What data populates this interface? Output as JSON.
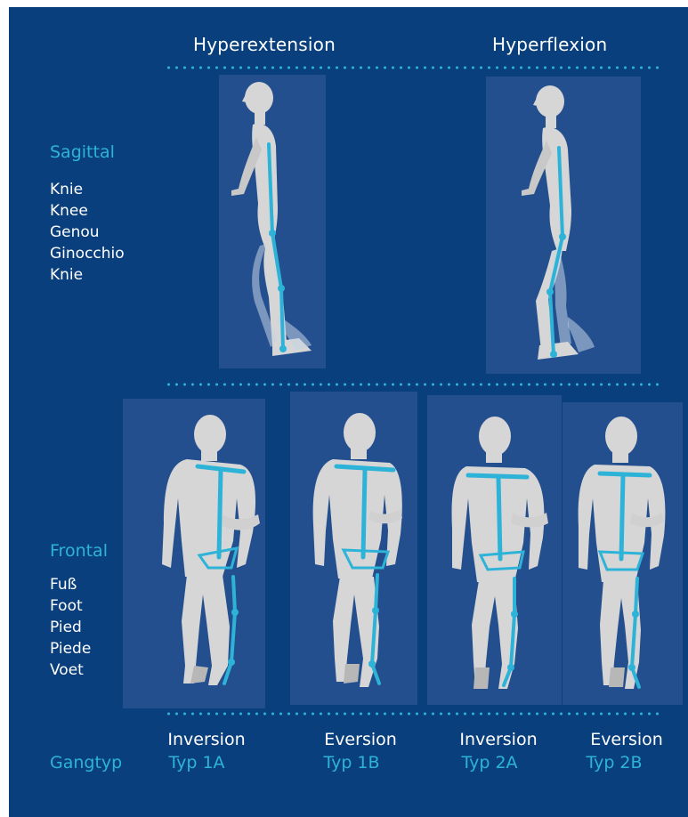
{
  "headers": {
    "hyperextension": "Hyperextension",
    "hyperflexion": "Hyperflexion"
  },
  "sagittal": {
    "title": "Sagittal",
    "lines": [
      "Knie",
      "Knee",
      "Genou",
      "Ginocchio",
      "Knie"
    ]
  },
  "frontal": {
    "title": "Frontal",
    "lines": [
      "Fuß",
      "Foot",
      "Pied",
      "Piede",
      "Voet"
    ]
  },
  "gangtyp": {
    "title": "Gangtyp",
    "columns": [
      {
        "movement": "Inversion",
        "type": "Typ 1A"
      },
      {
        "movement": "Eversion",
        "type": "Typ 1B"
      },
      {
        "movement": "Inversion",
        "type": "Typ 2A"
      },
      {
        "movement": "Eversion",
        "type": "Typ 2B"
      }
    ]
  },
  "colors": {
    "background": "#0a3f7e",
    "panel_box": "#244f8e",
    "accent_cyan": "#2eb3d8",
    "figure_fill": "#d6d6d6",
    "figure_shadow": "#b7b7b7",
    "text": "#ffffff"
  },
  "icons": {
    "sagittal_figure_1": "walking-figure-side-icon",
    "sagittal_figure_2": "walking-figure-side-icon",
    "frontal_figure_1": "walking-figure-front-icon",
    "frontal_figure_2": "walking-figure-front-icon",
    "frontal_figure_3": "walking-figure-front-icon",
    "frontal_figure_4": "walking-figure-front-icon"
  }
}
